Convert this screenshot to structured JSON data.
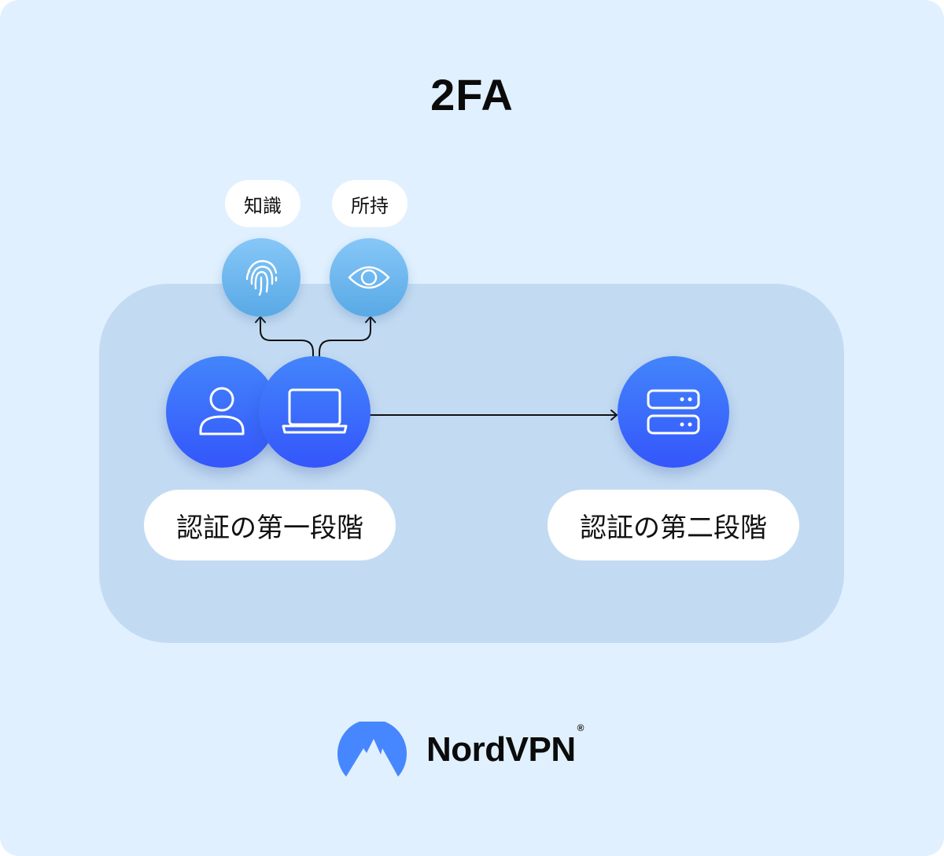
{
  "title": "2FA",
  "factors": [
    {
      "label": "知識",
      "icon": "fingerprint-icon"
    },
    {
      "label": "所持",
      "icon": "eye-icon"
    }
  ],
  "nodes": {
    "user": {
      "icon": "user-icon"
    },
    "device": {
      "icon": "laptop-icon"
    },
    "server": {
      "icon": "server-icon"
    }
  },
  "stages": {
    "first": "認証の第一段階",
    "second": "認証の第二段階"
  },
  "brand": {
    "name": "NordVPN",
    "registered": "®",
    "logo_icon": "nordvpn-mountain-logo-icon",
    "color": "#4687ff"
  },
  "colors": {
    "background": "#e0f0fe",
    "panel": "#c3dbf2",
    "primary_circle": "#3d6ffb",
    "factor_circle": "#6fb8ef"
  }
}
